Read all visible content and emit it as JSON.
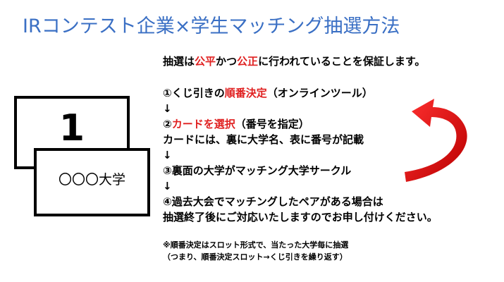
{
  "title": "IRコンテスト企業×学生マッチング抽選方法",
  "card_number": "1",
  "card_university": "〇〇〇大学",
  "intro": {
    "a": "抽選は",
    "b": "公平",
    "c": "かつ",
    "d": "公正",
    "e": "に行われていることを保証します。"
  },
  "step1": {
    "a": "①くじ引きの",
    "b": "順番決定",
    "c": "（オンラインツール）"
  },
  "arrow_down": "↓",
  "step2": {
    "a": "②",
    "b": "カードを選択",
    "c": "（番号を指定）"
  },
  "step2_detail": "カードには、裏に大学名、表に番号が記載",
  "step3": "③裏面の大学がマッチング大学サークル",
  "step4_line1": "④過去大会でマッチングしたペアがある場合は",
  "step4_line2": "抽選終了後にご対応いたしますのでお申し付けください。",
  "note_line1": "※順番決定はスロット形式で、当たった大学毎に抽選",
  "note_line2": "（つまり、順番決定スロット→くじ引きを繰り返す）",
  "colors": {
    "title": "#3a6fc4",
    "accent": "#e02020"
  }
}
